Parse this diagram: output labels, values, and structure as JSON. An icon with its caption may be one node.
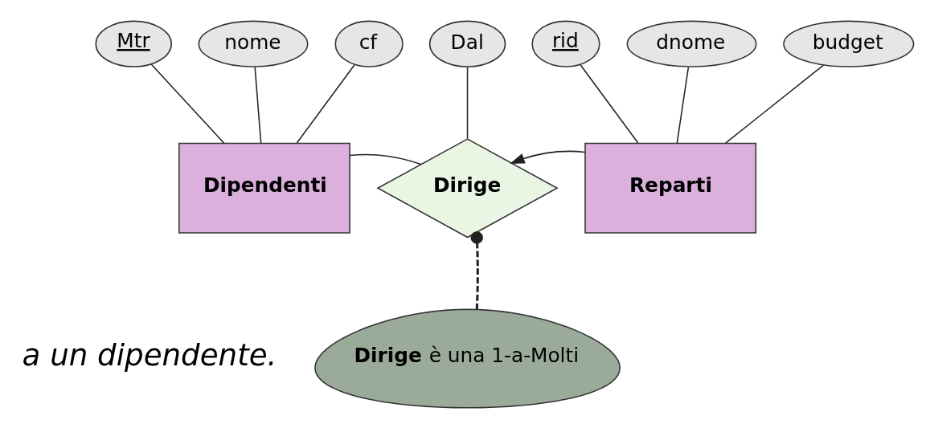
{
  "diagram": {
    "nodes": [
      {
        "text": [
          "Dipendenti"
        ]
      },
      {
        "text": [
          "Mtr"
        ]
      },
      {
        "text": [
          "nome"
        ]
      },
      {
        "text": [
          "cf"
        ]
      },
      {
        "text": [
          "Dirige"
        ]
      },
      {
        "text": [
          "Dal"
        ]
      },
      {
        "text": [
          "Reparti"
        ]
      },
      {
        "text": [
          "rid"
        ]
      },
      {
        "text": [
          "dnome"
        ]
      },
      {
        "text": [
          "budget"
        ]
      },
      {
        "text": [
          "**Dirige** è una 1-a-Molti"
        ]
      }
    ],
    "edges": [
      {
        "from": 1,
        "to": 0,
        "arrow": "none"
      },
      {
        "from": 2,
        "to": 0,
        "arrow": "none"
      },
      {
        "from": 3,
        "to": 0,
        "arrow": "none"
      },
      {
        "from": 0,
        "to": 4,
        "arrow": "none"
      },
      {
        "from": 5,
        "to": 4,
        "arrow": "none"
      },
      {
        "from": 6,
        "to": 4,
        "arrow": "to"
      },
      {
        "from": 7,
        "to": 6,
        "arrow": "none"
      },
      {
        "from": 8,
        "to": 6,
        "arrow": "none"
      },
      {
        "from": 9,
        "to": 6,
        "arrow": "none"
      },
      {
        "from": 10,
        "to": 4,
        "arrow": "other",
        "style": "dashed"
      }
    ],
    "labels": [
      "a un dipendente."
    ]
  }
}
